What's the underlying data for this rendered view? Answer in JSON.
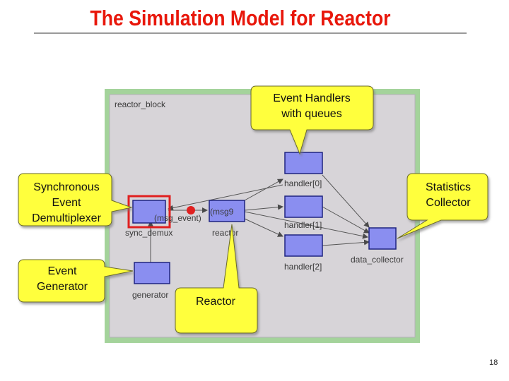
{
  "slide": {
    "title": "The Simulation Model for Reactor",
    "page_number": "18"
  },
  "diagram": {
    "block_label": "reactor_block",
    "nodes": {
      "sync_demux": "sync_demux",
      "reactor": "reactor",
      "generator": "generator",
      "handler0": "handler[0]",
      "handler1": "handler[1]",
      "handler2": "handler[2]",
      "data_collector": "data_collector"
    },
    "edge_labels": {
      "demux_to_reactor": "(msg_event)",
      "reactor_in": "(msg9"
    },
    "colors": {
      "outer_frame": "#a4d39b",
      "inner_area": "#d7d4d8",
      "node_fill": "#8a8ef0",
      "node_border": "#1f2480",
      "callout": "#ffff3c",
      "highlight": "#e02020"
    }
  },
  "callouts": {
    "handlers": [
      "Event Handlers",
      "with queues"
    ],
    "demux": [
      "Synchronous",
      "Event",
      "Demultiplexer"
    ],
    "stats": [
      "Statistics",
      "Collector"
    ],
    "generator": [
      "Event",
      "Generator"
    ],
    "reactor": [
      "Reactor"
    ]
  }
}
